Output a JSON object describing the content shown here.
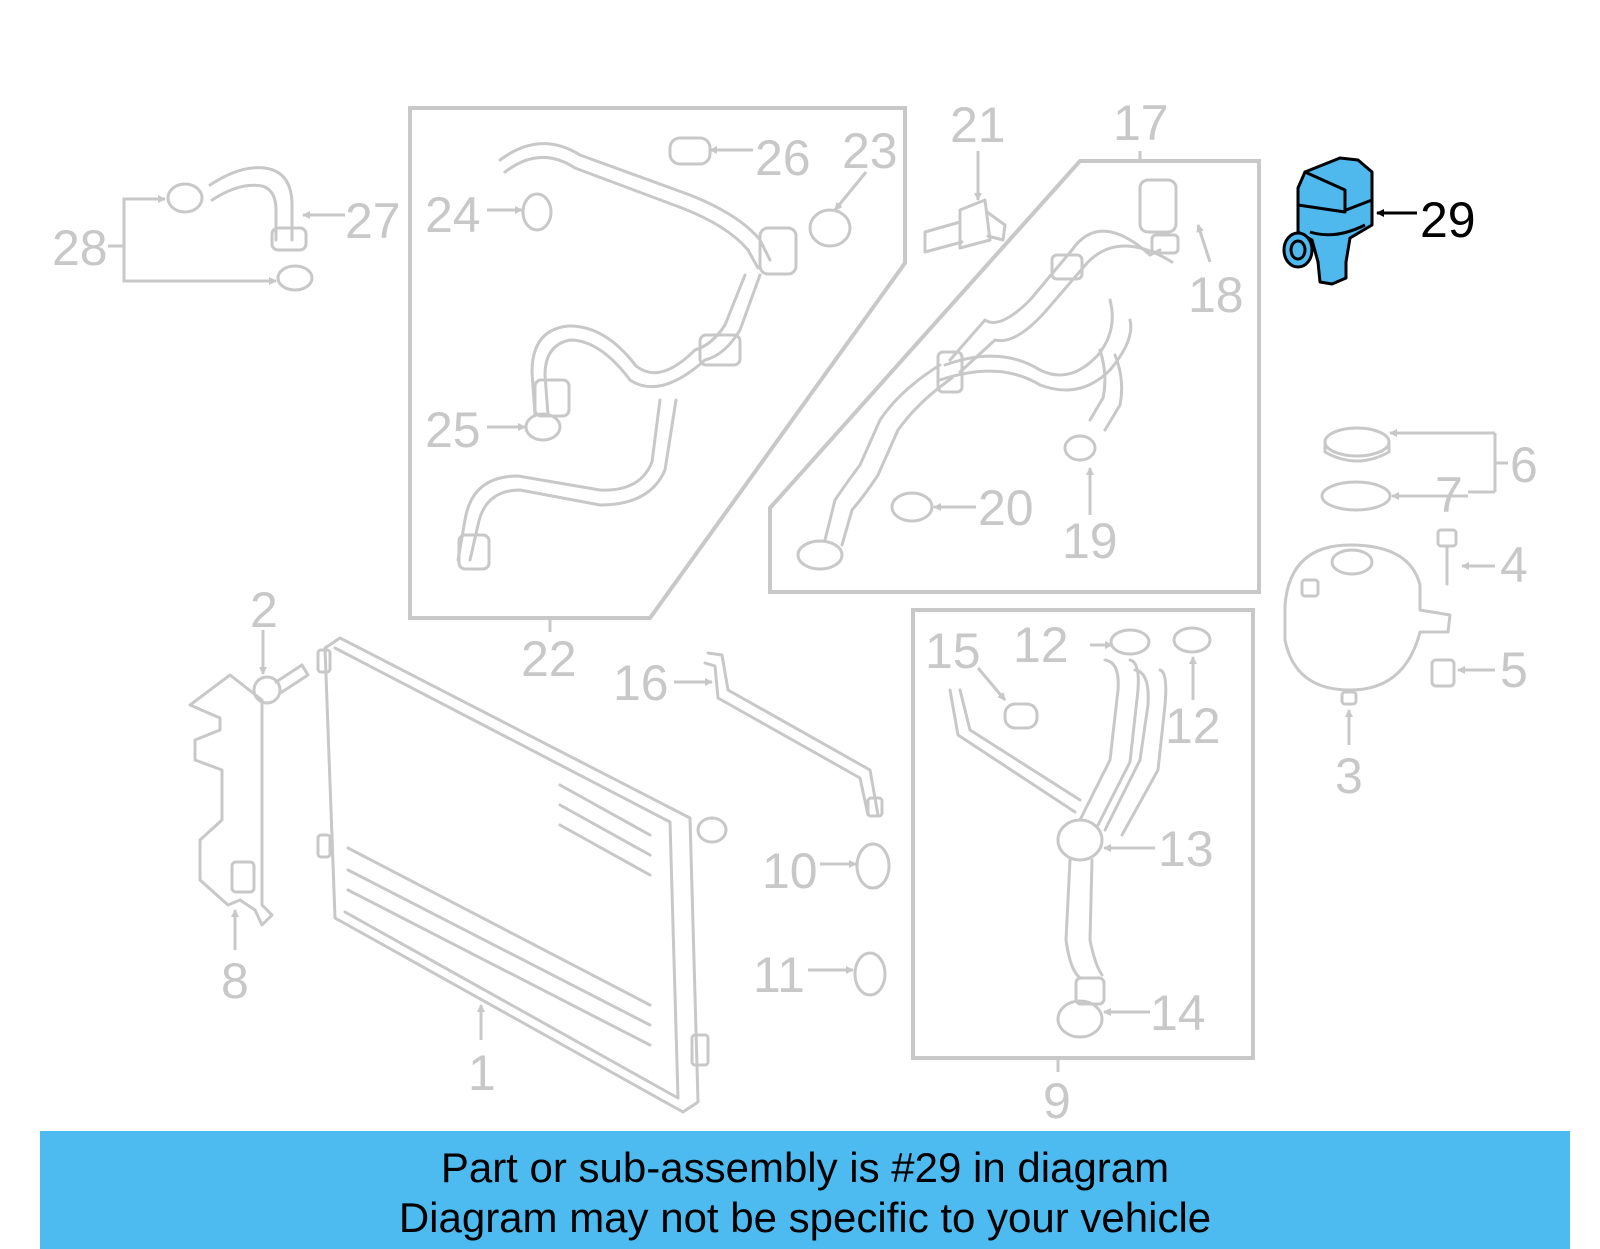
{
  "diagram": {
    "highlighted_part": "29",
    "highlight_color": "#4fb9ee",
    "part_color": "#c8c8c8",
    "labels": {
      "p1": "1",
      "p2": "2",
      "p3": "3",
      "p4": "4",
      "p5": "5",
      "p6": "6",
      "p7": "7",
      "p8": "8",
      "p9": "9",
      "p10": "10",
      "p11": "11",
      "p12a": "12",
      "p12b": "12",
      "p13": "13",
      "p14": "14",
      "p15": "15",
      "p16": "16",
      "p17": "17",
      "p18": "18",
      "p19": "19",
      "p20": "20",
      "p21": "21",
      "p22": "22",
      "p23": "23",
      "p24": "24",
      "p25": "25",
      "p26": "26",
      "p27": "27",
      "p28": "28",
      "p29": "29"
    }
  },
  "banner": {
    "color": "#4dbbf0",
    "line1": "Part or sub-assembly is #29 in diagram",
    "line2": "Diagram may not be specific to your vehicle"
  }
}
